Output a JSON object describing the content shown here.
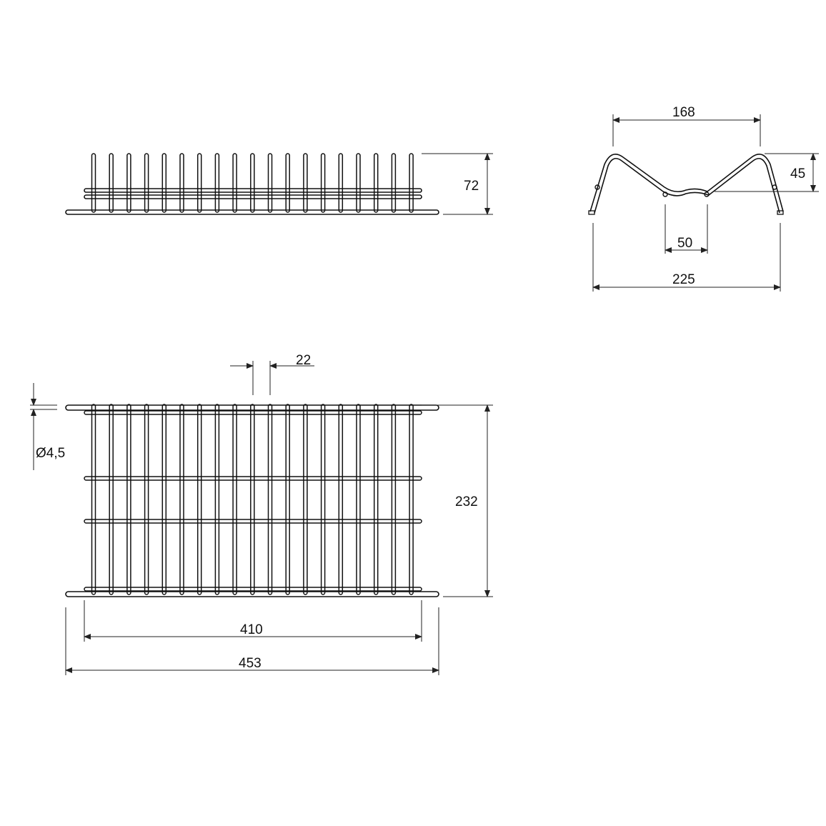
{
  "drawing": {
    "title": "",
    "units": "",
    "views": {
      "side": {
        "dimensions": {
          "height": "72"
        }
      },
      "profile": {
        "dimensions": {
          "top_span": "168",
          "crest_height": "45",
          "inner_span": "50",
          "overall_width": "225"
        }
      },
      "top": {
        "dimensions": {
          "pitch": "22",
          "wire_diameter": "Ø4,5",
          "depth": "232",
          "inner_length": "410",
          "overall_length": "453"
        }
      }
    },
    "colors": {
      "line": "#111111",
      "background": "#ffffff"
    }
  }
}
